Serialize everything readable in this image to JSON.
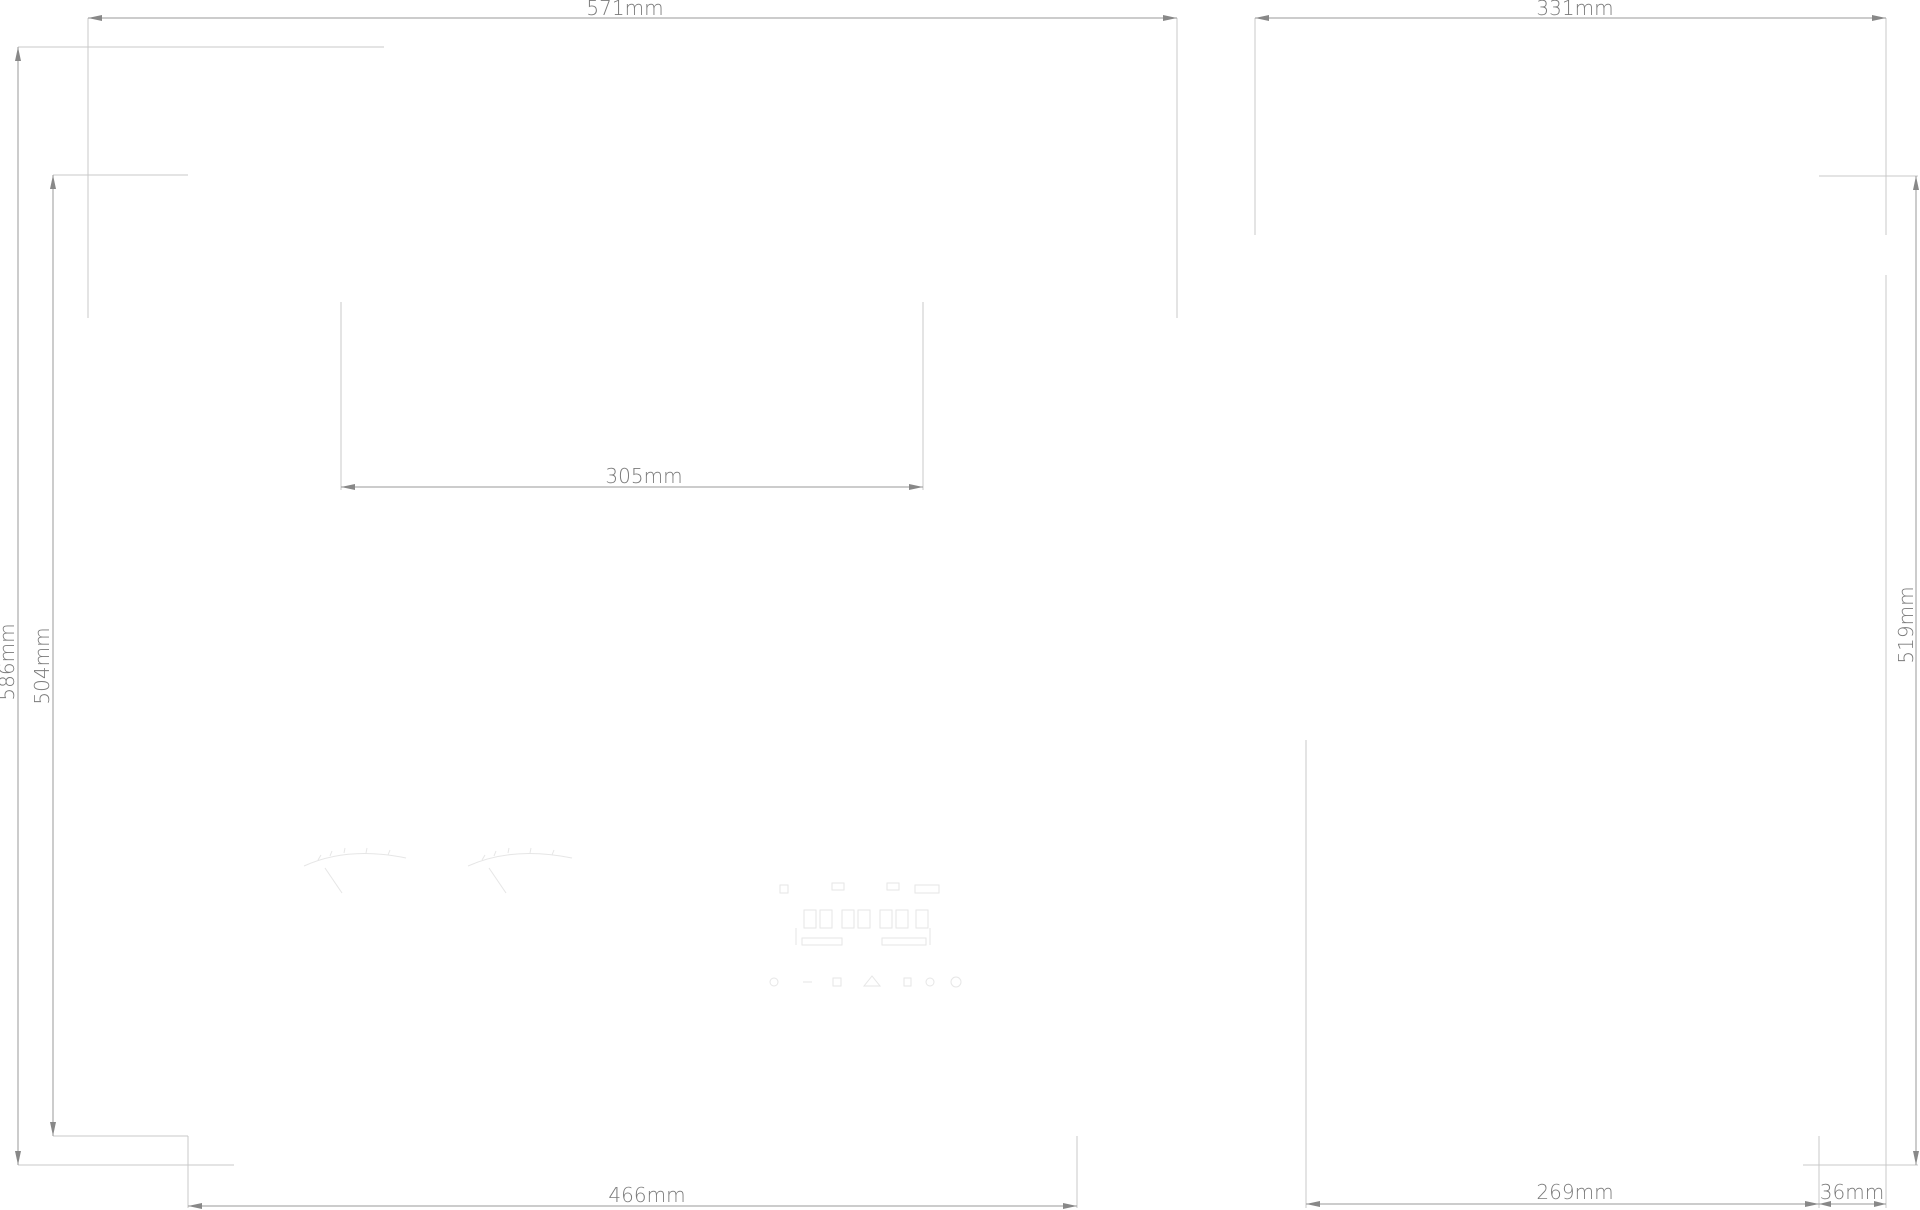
{
  "dimensions": {
    "top_width": "571mm",
    "right_top_width": "331mm",
    "inner_width": "305mm",
    "left_outer_height": "586mm",
    "left_inner_height": "504mm",
    "right_height": "519mm",
    "bottom_width": "466mm",
    "right_bottom_width": "269mm",
    "right_depth": "36mm"
  },
  "colors": {
    "dimension_line": "#9a9a9a",
    "extension_line": "#c9c9c9",
    "label": "#7a7a7a",
    "faint_detail": "#e6e6e6"
  },
  "panel_icons": [
    "gauge-icon",
    "gauge-icon",
    "seven-segment-display-icon",
    "control-button-icon"
  ]
}
